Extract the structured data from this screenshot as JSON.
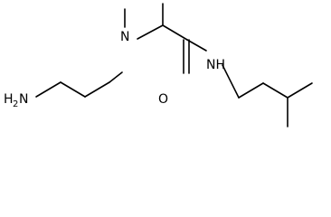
{
  "molecule": {
    "atoms": {
      "amine_n": {
        "label": "H",
        "subscript": "2",
        "tail": "N"
      },
      "tertiary_n": {
        "label": "N"
      },
      "amide_n": {
        "label": "NH"
      },
      "carbonyl_o": {
        "label": "O"
      }
    },
    "colors": {
      "bond": "#000000",
      "text": "#000000"
    }
  }
}
